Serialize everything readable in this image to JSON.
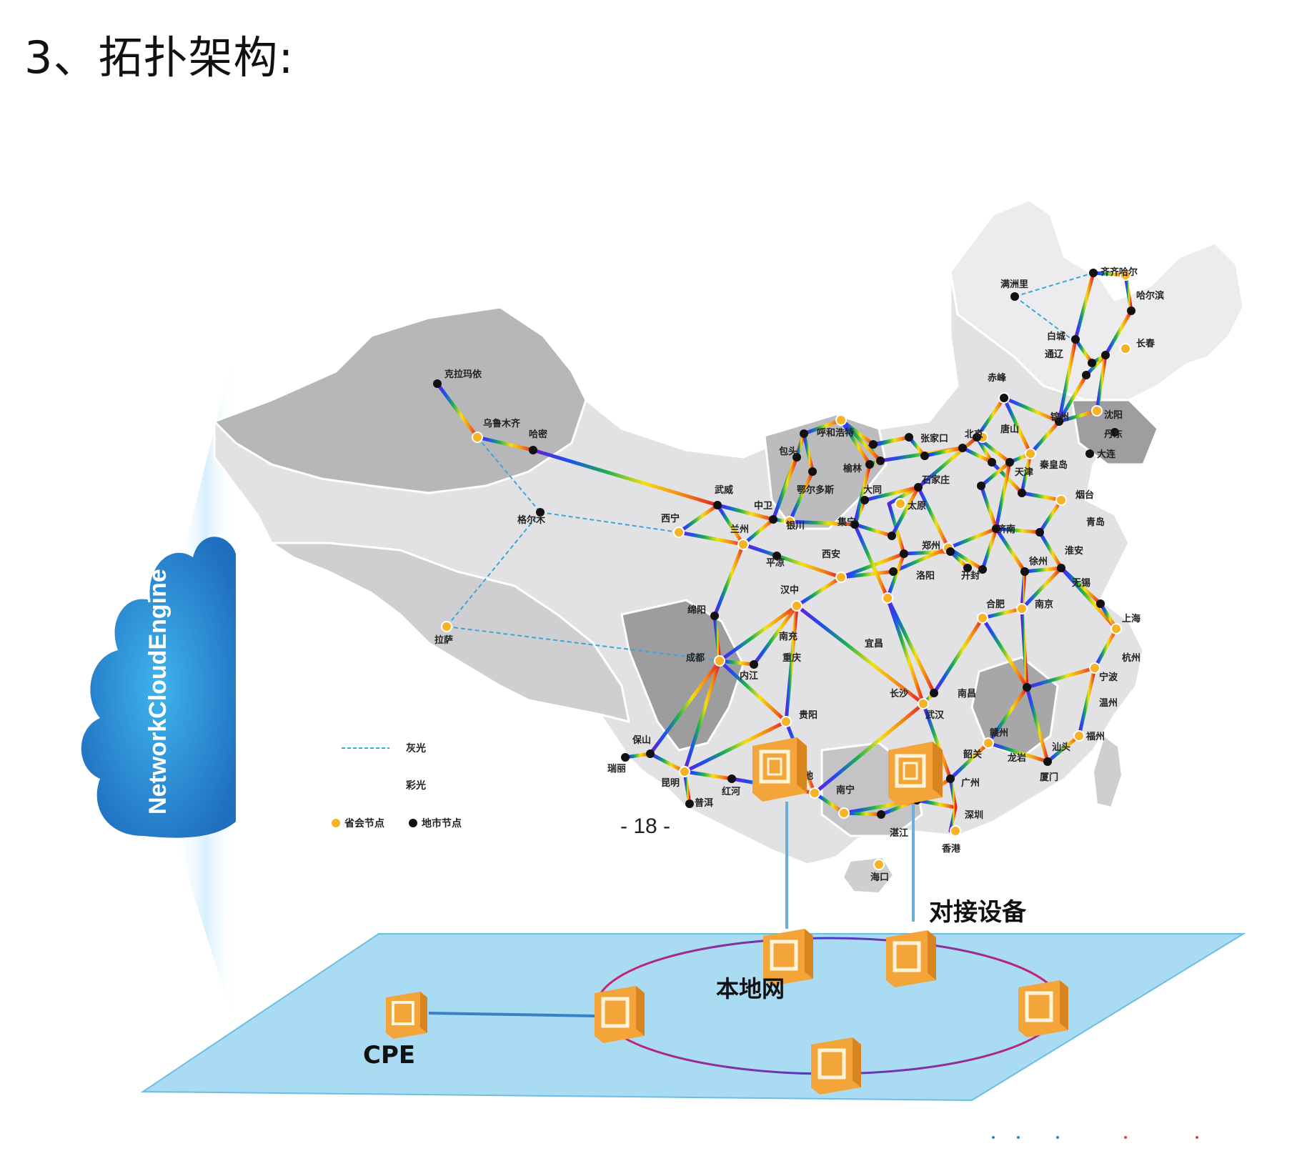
{
  "header": {
    "title": "3、拓扑架构:"
  },
  "page_number": "- 18 -",
  "brand": {
    "text": "NetworkCloudEngine"
  },
  "legend": {
    "gray_light": "灰光",
    "color_light": "彩光",
    "province_node": "省会节点",
    "city_node": "地市节点"
  },
  "labels": {
    "docking_device": "对接设备",
    "local_network": "本地网",
    "cpe": "CPE"
  },
  "colors": {
    "province_node": "#f5b325",
    "city_node": "#111111",
    "gray_link": "#3aa7d6",
    "plane_fill": "#a9dcf3",
    "device": "#f3a53a"
  },
  "cities": {
    "kelamayi": "克拉玛依",
    "wulumuqi": "乌鲁木齐",
    "hami": "哈密",
    "geermu": "格尔木",
    "lasa": "拉萨",
    "xining": "西宁",
    "wuwei": "武威",
    "lanzhou": "兰州",
    "zhongwei": "中卫",
    "yinchuan": "银川",
    "pingliang": "平凉",
    "baotou": "包头",
    "huhehaote": "呼和浩特",
    "eerduosi": "鄂尔多斯",
    "yulin": "榆林",
    "jining": "集宁",
    "datong": "大同",
    "zhangjiakou": "张家口",
    "beijing": "北京",
    "tangshan": "唐山",
    "tianjin": "天津",
    "taiyuan": "太原",
    "shijiazhuang": "石家庄",
    "xian": "西安",
    "hanzhong": "汉中",
    "zhengzhou": "郑州",
    "luoyang": "洛阳",
    "kaifeng": "开封",
    "jinan": "济南",
    "qingdao": "青岛",
    "yantai": "烟台",
    "chengdu": "成都",
    "chongqing": "重庆",
    "neijiang": "内江",
    "nanchong": "南充",
    "mianyang": "绵阳",
    "guiyang": "贵阳",
    "kunming": "昆明",
    "wuhan": "武汉",
    "yichang": "宜昌",
    "changsha": "长沙",
    "nanchang": "南昌",
    "hefei": "合肥",
    "nanjing": "南京",
    "shanghai": "上海",
    "hangzhou": "杭州",
    "ningbo": "宁波",
    "wenzhou": "温州",
    "fuzhou": "福州",
    "xiamen": "厦门",
    "guangzhou": "广州",
    "shenzhen": "深圳",
    "xianggang": "香港",
    "nanning": "南宁",
    "haikou": "海口",
    "shenyang": "沈阳",
    "dalian": "大连",
    "changchun": "长春",
    "haerbin": "哈尔滨",
    "qiqihaer": "齐齐哈尔",
    "manzhouli": "满洲里",
    "chifeng": "赤峰",
    "qinhuangdao": "秦皇岛",
    "dandong": "丹东",
    "jinzhou": "锦州",
    "baicheng": "白城",
    "tongliao": "通辽",
    "xuzhou": "徐州",
    "huaian": "淮安",
    "wuxi": "无锡",
    "ganzhou": "赣州",
    "shantou": "汕头",
    "longyan": "龙岩",
    "shaoguan": "韶关",
    "zhanjiang": "湛江",
    "hechi": "河池",
    "honghe": "红河",
    "baoshan": "保山",
    "ruili": "瑞丽",
    "puer": "普洱"
  }
}
